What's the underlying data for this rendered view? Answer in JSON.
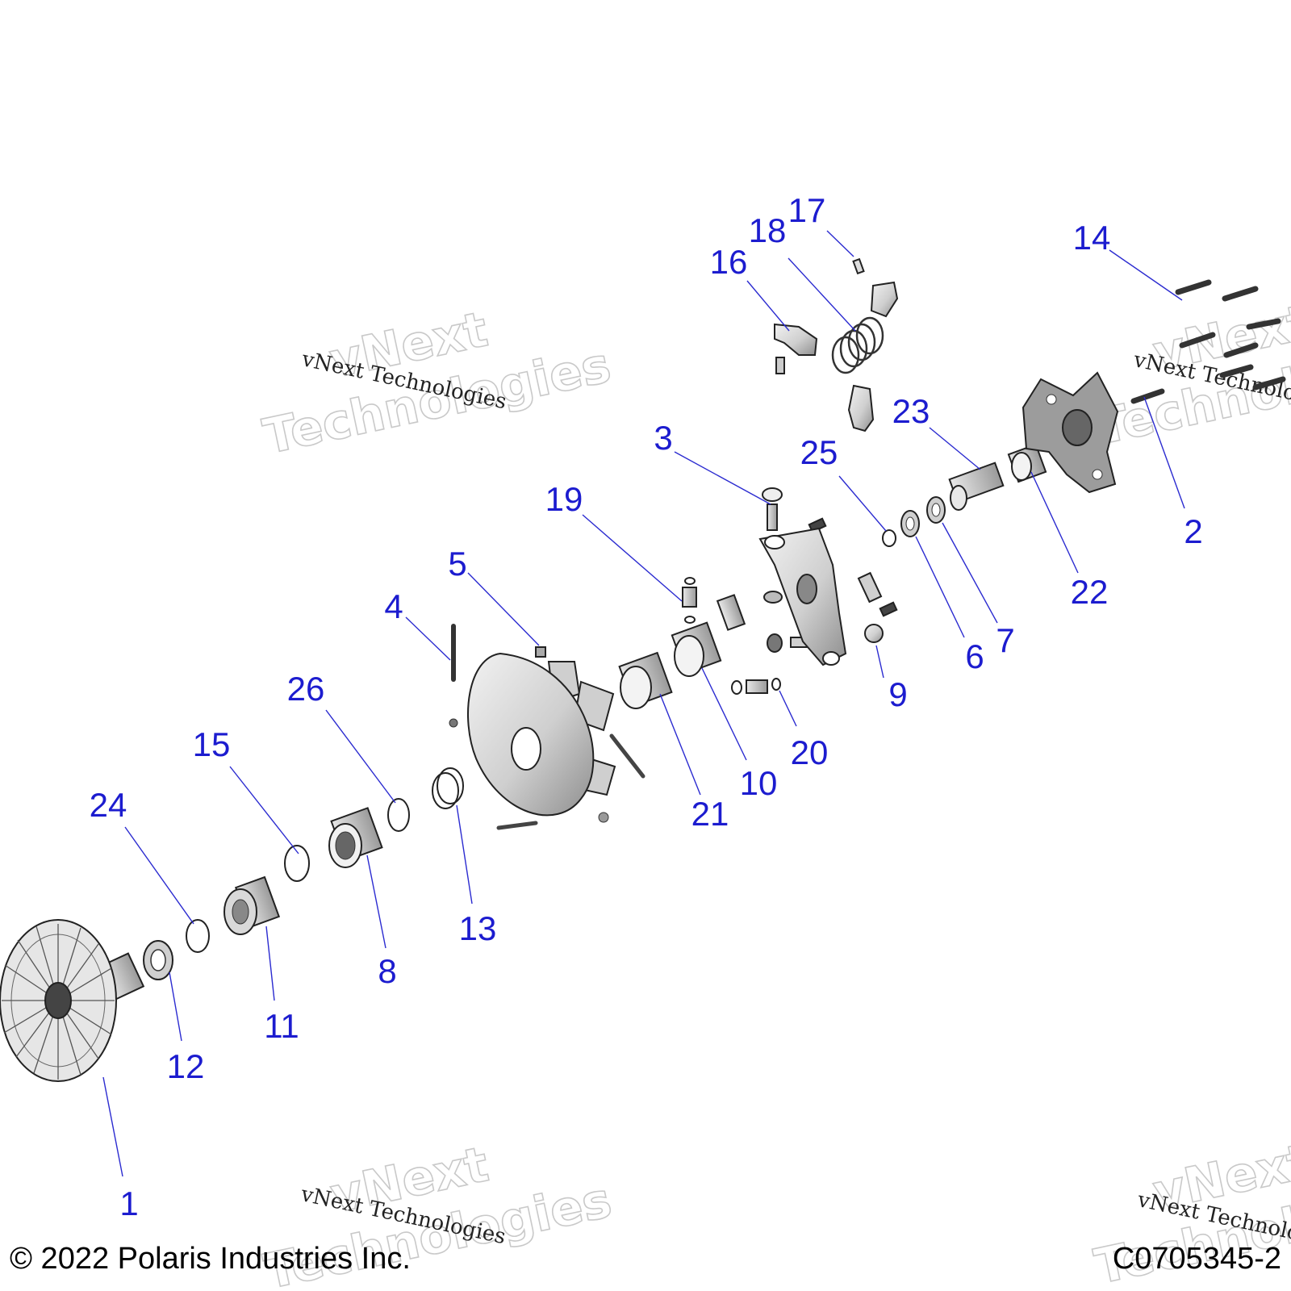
{
  "footer": {
    "copyright": "© 2022 Polaris Industries Inc.",
    "drawing_id": "C0705345-2"
  },
  "watermark": {
    "line_small": "vNext Technologies",
    "line_big_1": "vNext",
    "line_big_2": "Technologies"
  },
  "callouts": {
    "c1": "1",
    "c2": "2",
    "c3": "3",
    "c4": "4",
    "c5": "5",
    "c6": "6",
    "c7": "7",
    "c8": "8",
    "c9": "9",
    "c10": "10",
    "c11": "11",
    "c12": "12",
    "c13": "13",
    "c14": "14",
    "c15": "15",
    "c16": "16",
    "c17": "17",
    "c18": "18",
    "c19": "19",
    "c20": "20",
    "c21": "21",
    "c22": "22",
    "c23": "23",
    "c24": "24",
    "c25": "25",
    "c26": "26"
  },
  "colors": {
    "callout": "#1c1ccf",
    "part_fill": "#d6d6d6",
    "part_dark": "#8a8a8a"
  }
}
